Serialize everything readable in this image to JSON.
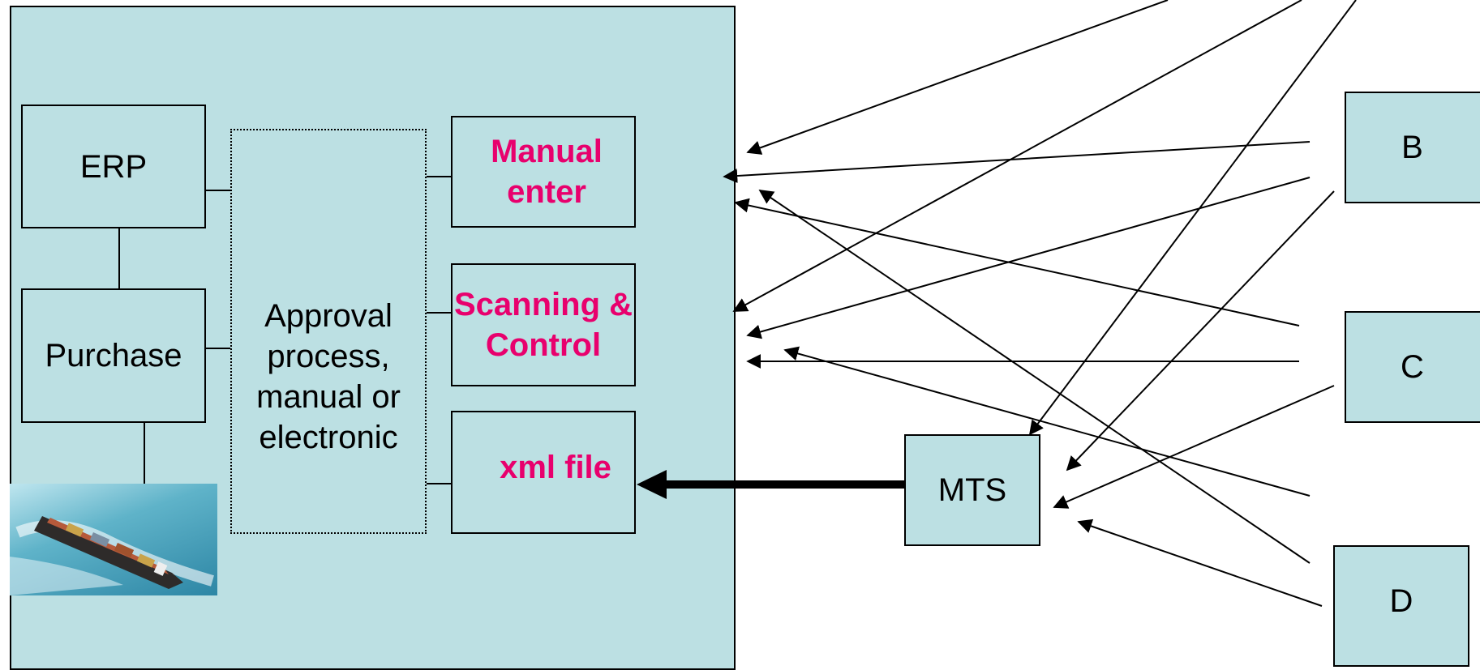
{
  "colors": {
    "box_fill": "#bce0e3",
    "border": "#000000",
    "highlight_text": "#e8006d",
    "background": "#ffffff"
  },
  "system": {
    "erp": "ERP",
    "purchase": "Purchase",
    "approval": "Approval process, manual or electronic",
    "input_methods": {
      "manual_enter": "Manual enter",
      "scanning_control": "Scanning & Control",
      "xml_file": "xml file"
    },
    "ship_image_icon": "container-ship-photo"
  },
  "external": {
    "mts": "MTS",
    "b": "B",
    "c": "C",
    "d": "D"
  }
}
